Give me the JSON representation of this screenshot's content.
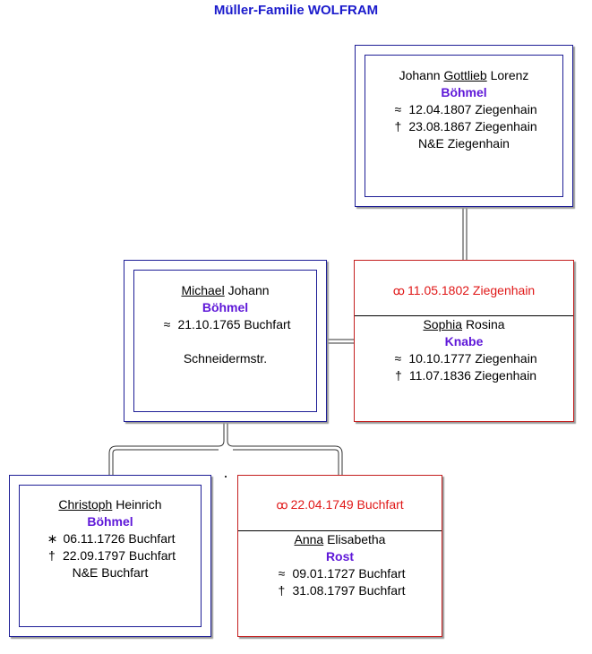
{
  "title": "Müller-Familie WOLFRAM",
  "father_of_father": {
    "given_underlined": "Gottlieb",
    "given_pre": "Johann",
    "given_post": "Lorenz",
    "surname": "Böhmel",
    "birth_symbol": "≈",
    "birth": "12.04.1807 Ziegenhain",
    "death_symbol": "†",
    "death": "23.08.1867 Ziegenhain",
    "note": "N&E Ziegenhain"
  },
  "father": {
    "given_underlined": "Michael",
    "given_post": "Johann",
    "surname": "Böhmel",
    "birth_symbol": "≈",
    "birth": "21.10.1765 Buchfart",
    "occupation": "Schneidermstr."
  },
  "father_spouse": {
    "marriage_symbol": "ꝏ",
    "marriage": "11.05.1802 Ziegenhain",
    "given_underlined": "Sophia",
    "given_post": "Rosina",
    "surname": "Knabe",
    "birth_symbol": "≈",
    "birth": "10.10.1777 Ziegenhain",
    "death_symbol": "†",
    "death": "11.07.1836 Ziegenhain"
  },
  "grandfather": {
    "given_underlined": "Christoph",
    "given_post": "Heinrich",
    "surname": "Böhmel",
    "birth_symbol": "∗",
    "birth": "06.11.1726 Buchfart",
    "death_symbol": "†",
    "death": "22.09.1797 Buchfart",
    "note": "N&E Buchfart"
  },
  "grandmother": {
    "marriage_symbol": "ꝏ",
    "marriage": "22.04.1749 Buchfart",
    "given_underlined": "Anna",
    "given_post": "Elisabetha",
    "surname": "Rost",
    "birth_symbol": "≈",
    "birth": "09.01.1727 Buchfart",
    "death_symbol": "†",
    "death": "31.08.1797 Buchfart"
  },
  "colors": {
    "title": "#1a1acc",
    "surname": "#5e17d8",
    "marriage": "#e01818",
    "blue_border": "#1e1e96",
    "red_border": "#c41e1e"
  }
}
